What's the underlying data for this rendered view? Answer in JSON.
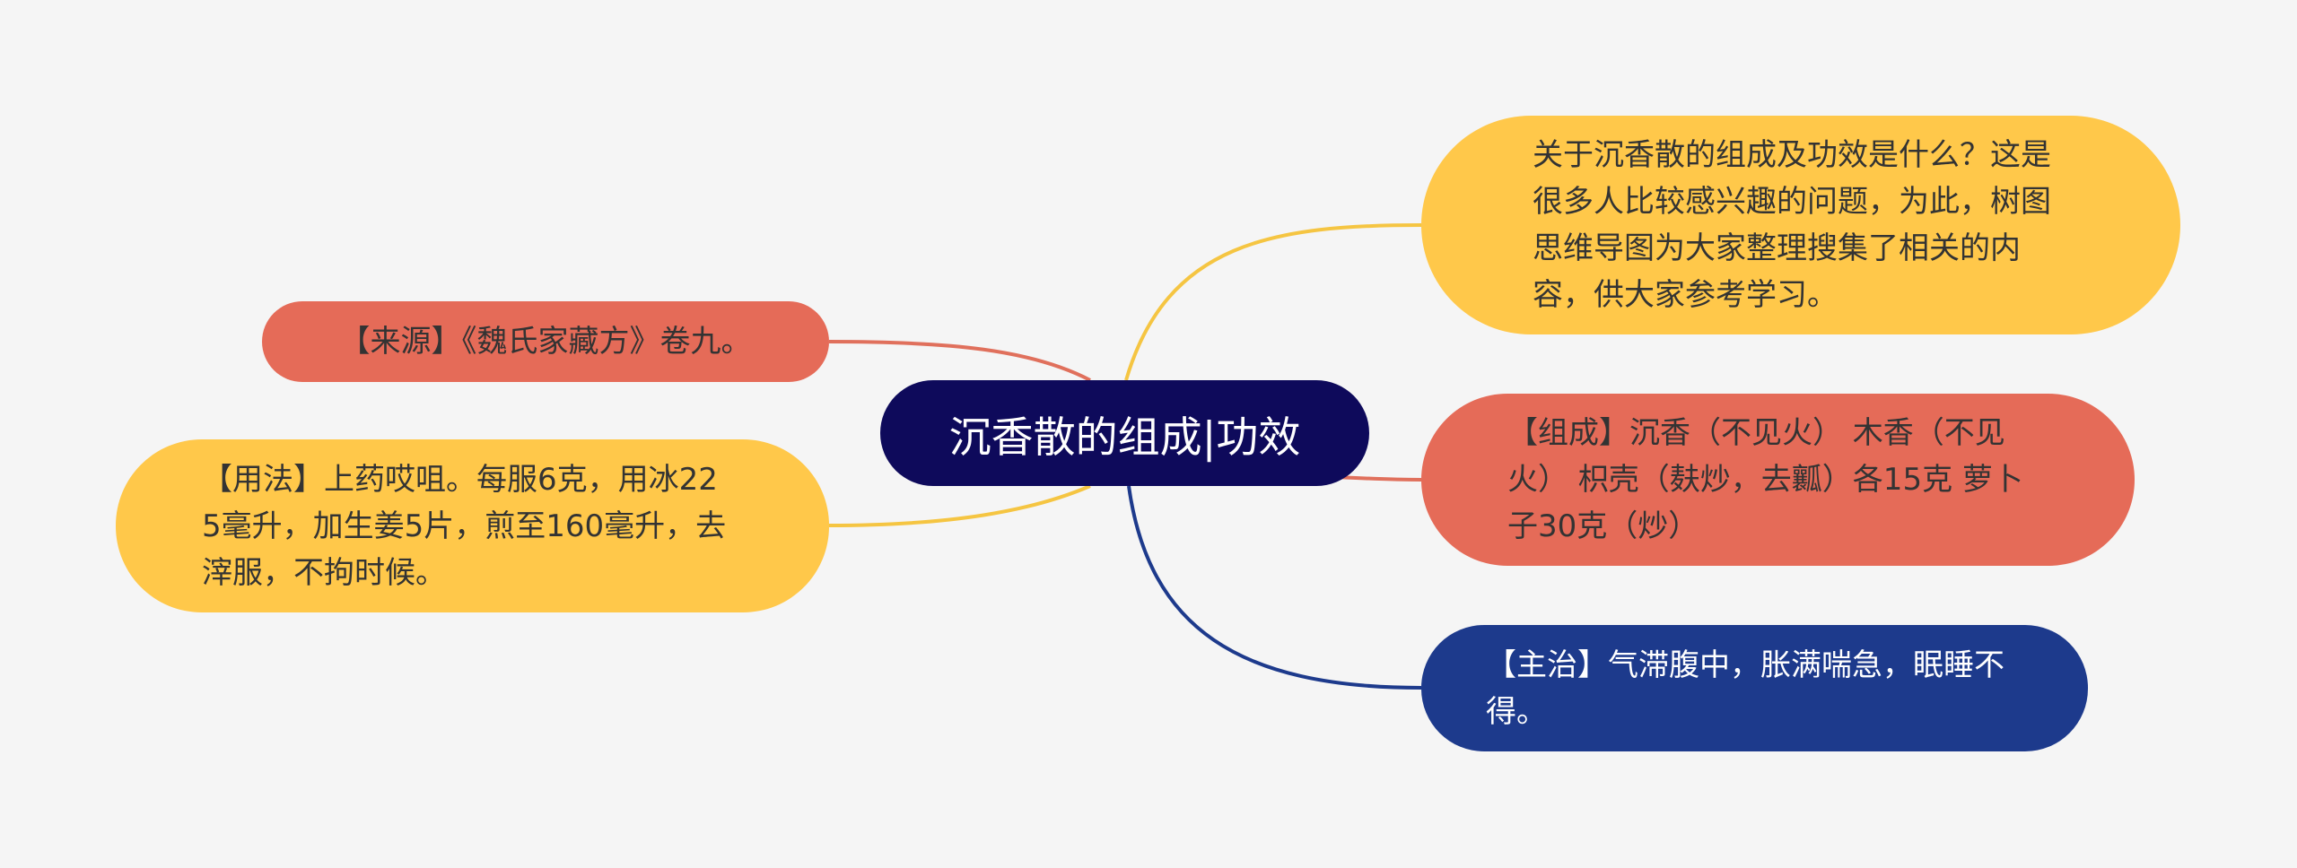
{
  "mindmap": {
    "center": {
      "label": "沉香散的组成|功效",
      "color": "#0e0a5b",
      "text_color": "#ffffff"
    },
    "branches": [
      {
        "id": "intro",
        "side": "right",
        "text": "关于沉香散的组成及功效是什么？这是很多人比较感兴趣的问题，为此，树图思维导图为大家整理搜集了相关的内容，供大家参考学习。",
        "color": "#ffc84a",
        "line_color": "#f5c542"
      },
      {
        "id": "composition",
        "side": "right",
        "text": "【组成】沉香（不见火） 木香（不见火） 枳壳（麸炒，去瓤）各15克 萝卜子30克（炒）",
        "color": "#e56b58",
        "line_color": "#e0705c"
      },
      {
        "id": "indication",
        "side": "right",
        "text": "【主治】气滞腹中，胀满喘急，眠睡不得。",
        "color": "#1d3a8c",
        "line_color": "#1d3a8c",
        "text_color": "#ffffff"
      },
      {
        "id": "source",
        "side": "left",
        "text": "【来源】《魏氏家藏方》卷九。",
        "color": "#e56b58",
        "line_color": "#e0705c"
      },
      {
        "id": "usage",
        "side": "left",
        "text": "【用法】上药哎咀。每服6克，用冰225毫升，加生姜5片，煎至160毫升，去滓服，不拘时候。",
        "color": "#ffc84a",
        "line_color": "#f5c542"
      }
    ]
  }
}
